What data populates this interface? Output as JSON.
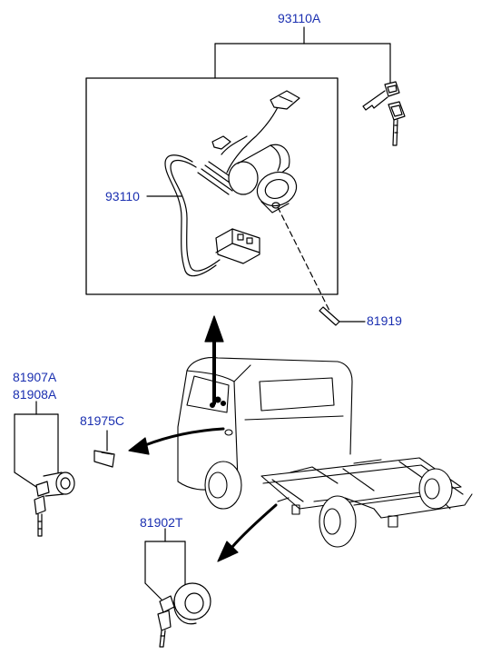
{
  "diagram": {
    "label_color": "#1a2fb0",
    "line_color": "#000000",
    "callouts": [
      {
        "id": "93110A",
        "text": "93110A"
      },
      {
        "id": "93110",
        "text": "93110"
      },
      {
        "id": "81919",
        "text": "81919"
      },
      {
        "id": "81907A",
        "text": "81907A"
      },
      {
        "id": "81908A",
        "text": "81908A"
      },
      {
        "id": "81975C",
        "text": "81975C"
      },
      {
        "id": "81902T",
        "text": "81902T"
      }
    ]
  }
}
